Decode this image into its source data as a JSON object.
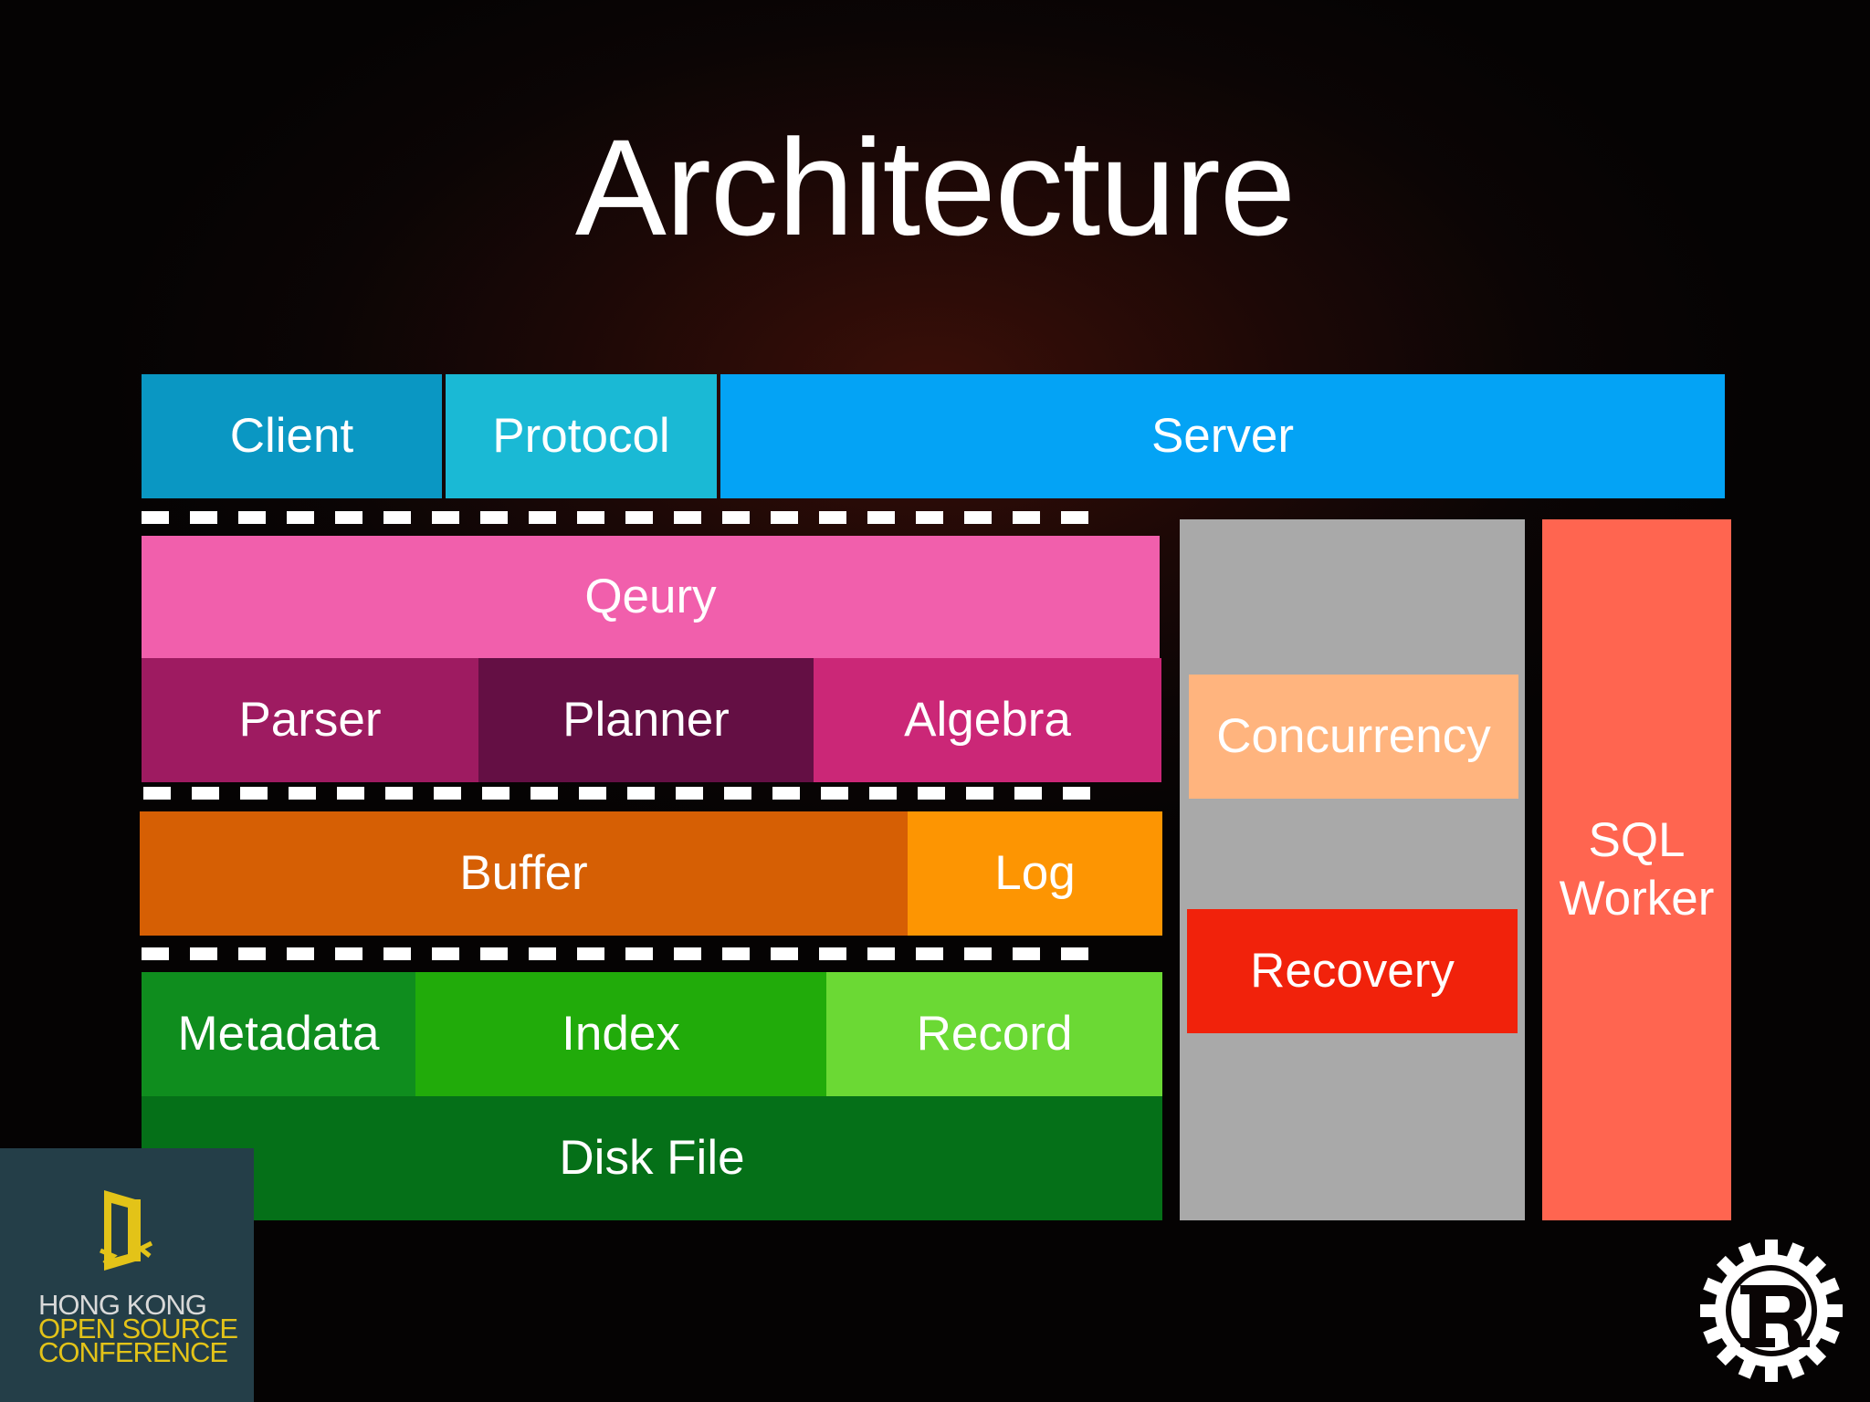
{
  "title": "Architecture",
  "layers": {
    "client": "Client",
    "protocol": "Protocol",
    "server": "Server",
    "query": "Qeury",
    "parser": "Parser",
    "planner": "Planner",
    "algebra": "Algebra",
    "buffer": "Buffer",
    "log": "Log",
    "metadata": "Metadata",
    "index": "Index",
    "record": "Record",
    "disk_file": "Disk File"
  },
  "side": {
    "concurrency": "Concurrency",
    "recovery": "Recovery",
    "sql_worker_line1": "SQL",
    "sql_worker_line2": "Worker"
  },
  "badge": {
    "line1": "HONG KONG",
    "line2": "OPEN SOURCE",
    "line3": "CONFERENCE"
  },
  "colors": {
    "client": "#0a97c3",
    "protocol": "#1ab9d5",
    "server": "#04a3f5",
    "query": "#f15fac",
    "parser": "#9e1b61",
    "planner": "#640f44",
    "algebra": "#cb2777",
    "buffer": "#d65f04",
    "log": "#fd9502",
    "metadata": "#0f8d1e",
    "index": "#21ab0a",
    "record": "#6bd934",
    "disk_file": "#057018",
    "side_panel": "#a9a9a9",
    "concurrency": "#ffb47e",
    "recovery": "#f1220b",
    "sql_worker": "#ff6550",
    "badge_bg": "#243e48",
    "badge_gold": "#e3c318"
  },
  "icons": {
    "badge_logo": "door-icon",
    "corner_logo": "rust-logo-icon"
  }
}
